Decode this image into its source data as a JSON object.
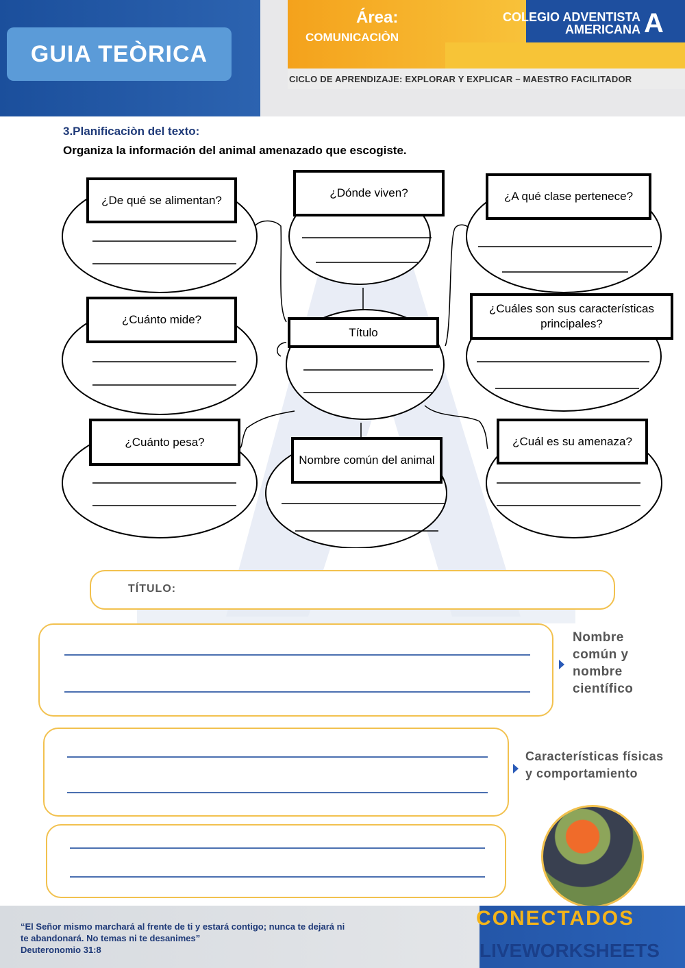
{
  "header": {
    "guide_label": "GUIA TEÒRICA",
    "area_label": "Área:",
    "area_value": "COMUNICACIÒN",
    "school_line1": "COLEGIO ADVENTISTA",
    "school_line2": "AMERICANA",
    "cycle": "CICLO DE APRENDIZAJE: EXPLORAR Y EXPLICAR – MAESTRO FACILITADOR"
  },
  "section": {
    "title": "3.Planificaciòn del texto:",
    "instruction": "Organiza la información del animal amenazado que escogiste."
  },
  "diagram": {
    "nodes": [
      {
        "label": "¿De qué se alimentan?"
      },
      {
        "label": "¿Dónde viven?"
      },
      {
        "label": "¿A qué clase pertenece?"
      },
      {
        "label": "¿Cuánto mide?"
      },
      {
        "label": "Título"
      },
      {
        "label": "¿Cuáles son sus características principales?"
      },
      {
        "label": "¿Cuánto pesa?"
      },
      {
        "label": "Nombre común del animal"
      },
      {
        "label": "¿Cuál es su amenaza?"
      }
    ]
  },
  "writing": {
    "title_label": "TÍTULO:",
    "label_1": "Nombre común y nombre científico",
    "label_2": "Características físicas y comportamiento"
  },
  "footer": {
    "quote": "“El Señor mismo marchará al frente de ti y estará contigo; nunca te dejará ni te abandonará. No temas ni te desanimes”",
    "reference": "Deuteronomio 31:8",
    "brand": "CONECTADOS",
    "watermark": "LIVEWORKSHEETS"
  },
  "colors": {
    "accent_blue": "#1f3a78",
    "box_border": "#f2c14e",
    "line_blue": "#4a6fb0"
  }
}
